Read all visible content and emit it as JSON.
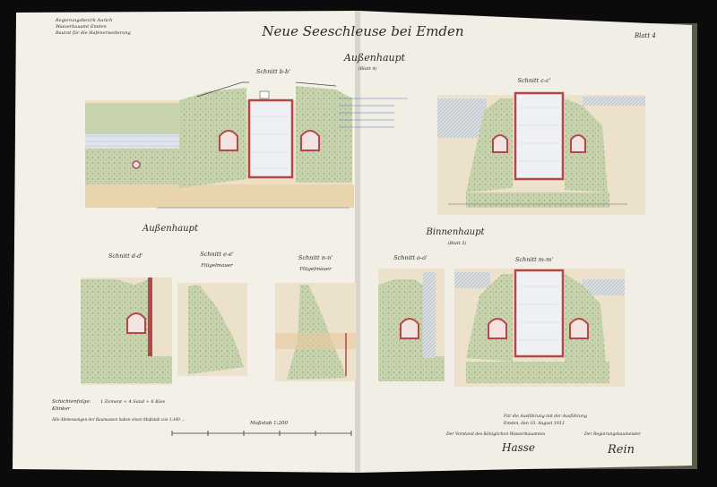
{
  "drawing": {
    "title": "Neue Seeschleuse bei Emden",
    "sheet": "Blatt 4",
    "header_notes": [
      "Regierungsbezirk Aurich",
      "Wasserbauamt Emden",
      "Baurat für die Hafenerweiterung"
    ],
    "group_top": "Außenhaupt",
    "group_top_sub": "(Blatt 4)",
    "group_bottom_left": "Außenhaupt",
    "group_bottom_right": "Binnenhaupt",
    "group_bottom_right_sub": "(Blatt 5)",
    "sections": [
      {
        "id": "b",
        "label": "Schnitt b-b'"
      },
      {
        "id": "c",
        "label": "Schnitt c-c'"
      },
      {
        "id": "d",
        "label": "Schnitt d-d'"
      },
      {
        "id": "e",
        "label": "Schnitt e-e'",
        "sub": "Flügelmauer"
      },
      {
        "id": "n",
        "label": "Schnitt n-n'",
        "sub": "Flügelmauer"
      },
      {
        "id": "o",
        "label": "Schnitt o-o'"
      },
      {
        "id": "m",
        "label": "Schnitt m-m'"
      }
    ],
    "legend_title": "Schichtenfolge:",
    "legend_rows": [
      "1 Zement + 4 Sand + 6 Kies",
      "Klinker"
    ],
    "legend_note": "Alle Abmessungen der Baumassen haben einen Maßstab von 1:100 ...",
    "scale": "Maßstab 1:200",
    "approval": [
      "Für die Ausführung mit der Ausführung",
      "Emden, den 10. August 1913",
      "Der Vorstand des Königlichen Wasserbauamtes",
      "Der Regierungsbaumeister"
    ],
    "signature_left": "Hasse",
    "signature_right": "Rein"
  },
  "colors": {
    "background": "#0b0b0b",
    "book_cover": "#5a5a48",
    "paper": "#f3f0e8",
    "masonry": "#c7d3ac",
    "water": "#dfe4ee",
    "brick": "#b44848",
    "soil": "#e8c89a"
  }
}
